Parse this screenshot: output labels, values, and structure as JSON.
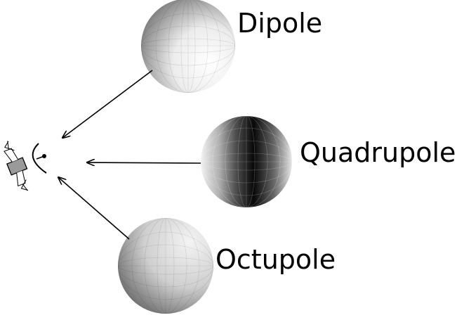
{
  "diagram": {
    "multipoles": [
      {
        "id": "dipole",
        "label": "Dipole",
        "shading": "gradient-light"
      },
      {
        "id": "quadrupole",
        "label": "Quadrupole",
        "shading": "dark-band"
      },
      {
        "id": "octupole",
        "label": "Octupole",
        "shading": "gradient-light"
      }
    ],
    "observer": {
      "icon": "satellite-icon"
    },
    "colors": {
      "stroke": "#000000",
      "background": "#ffffff"
    }
  }
}
